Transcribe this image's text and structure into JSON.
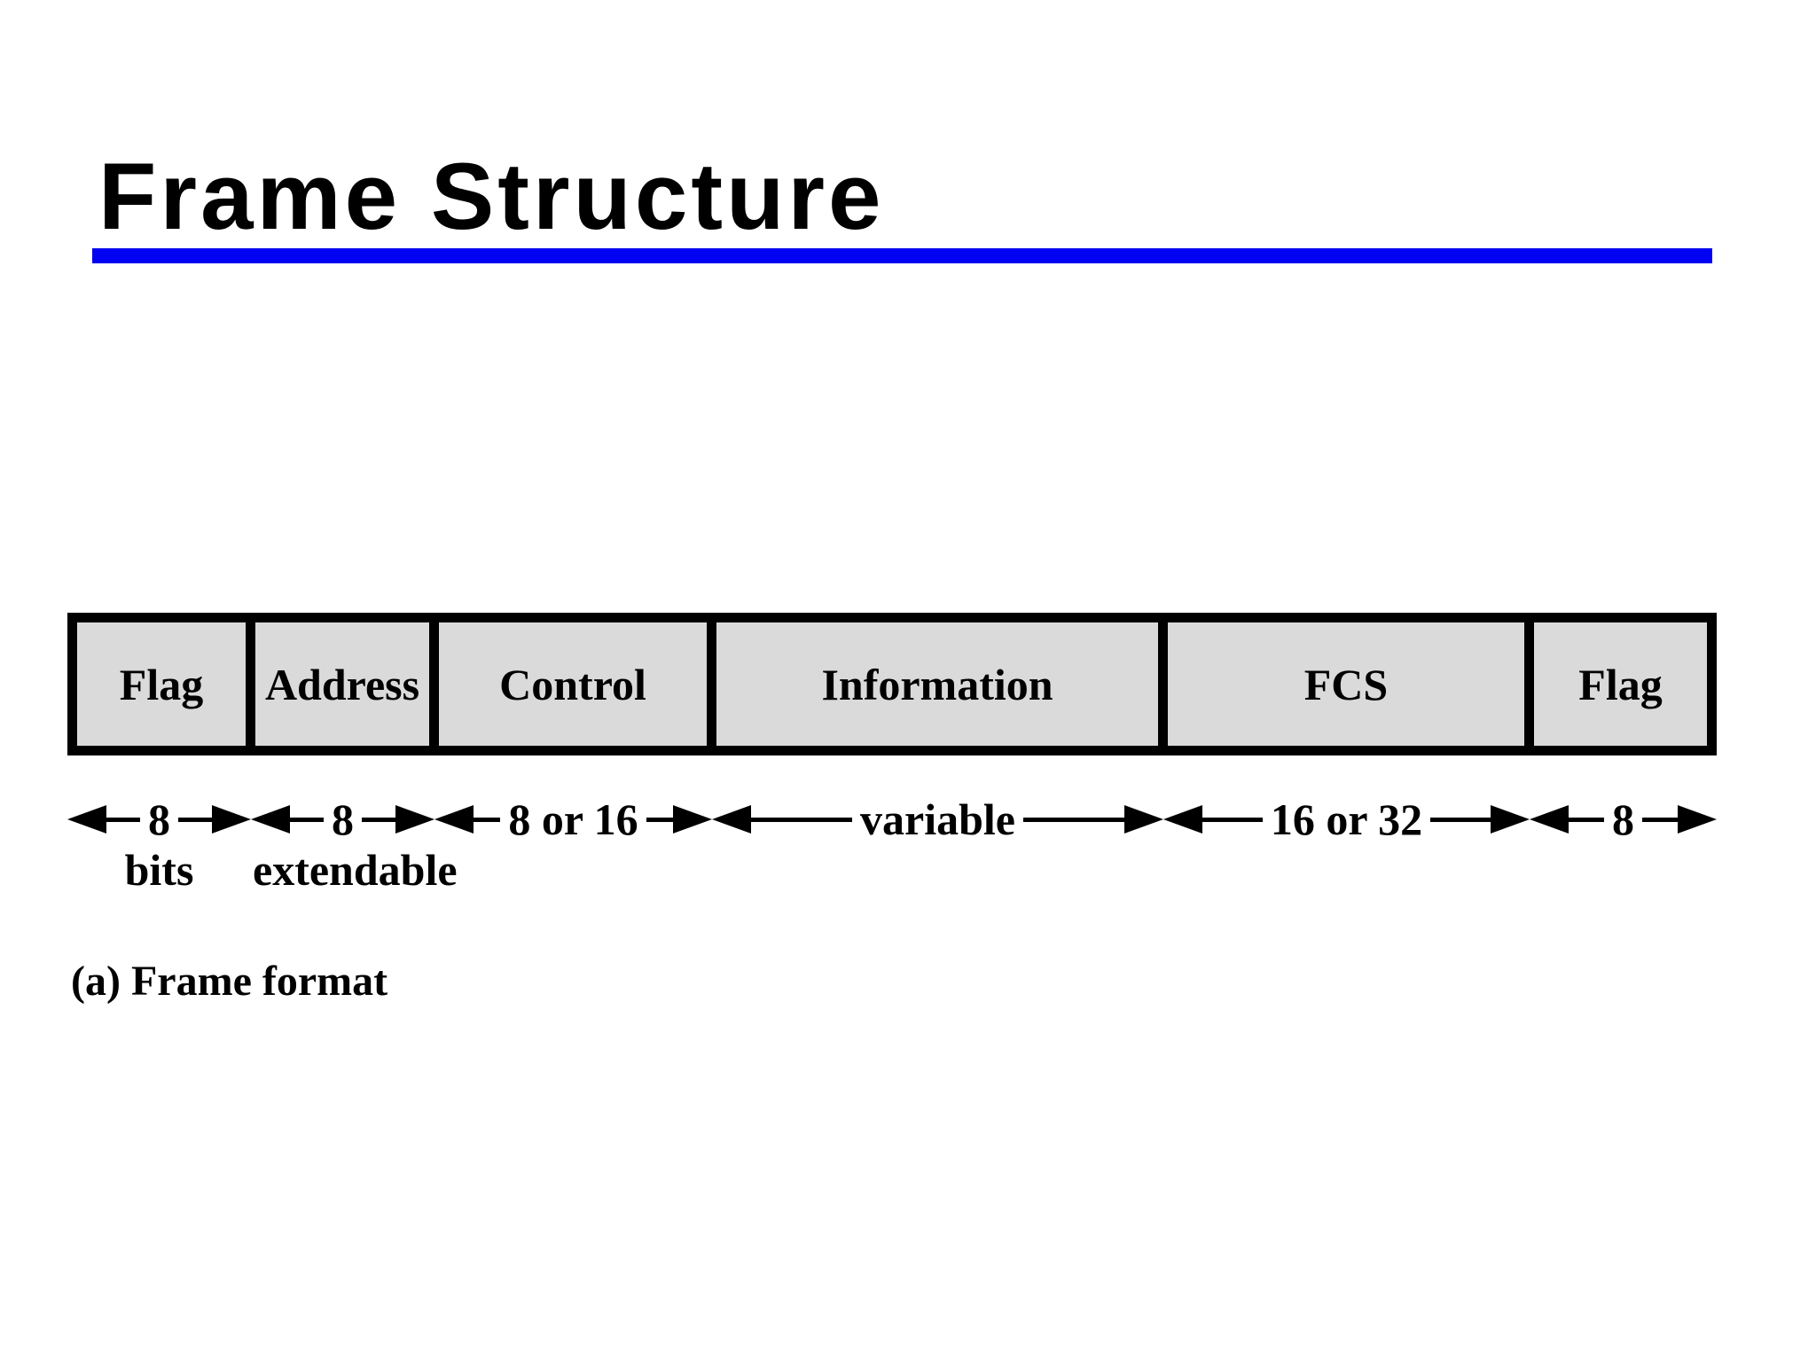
{
  "slide": {
    "title": "Frame Structure",
    "caption": "(a) Frame format",
    "accent_color": "#0202F2",
    "box_fill_color": "#DADADA"
  },
  "frame": {
    "fields": [
      {
        "label": "Flag",
        "width_bits": "8"
      },
      {
        "label": "Address",
        "width_bits": "8"
      },
      {
        "label": "Control",
        "width_bits": "8 or 16"
      },
      {
        "label": "Information",
        "width_bits": "variable"
      },
      {
        "label": "FCS",
        "width_bits": "16 or 32"
      },
      {
        "label": "Flag",
        "width_bits": "8"
      }
    ],
    "unit_note": "bits",
    "extendable_note": "extendable"
  }
}
